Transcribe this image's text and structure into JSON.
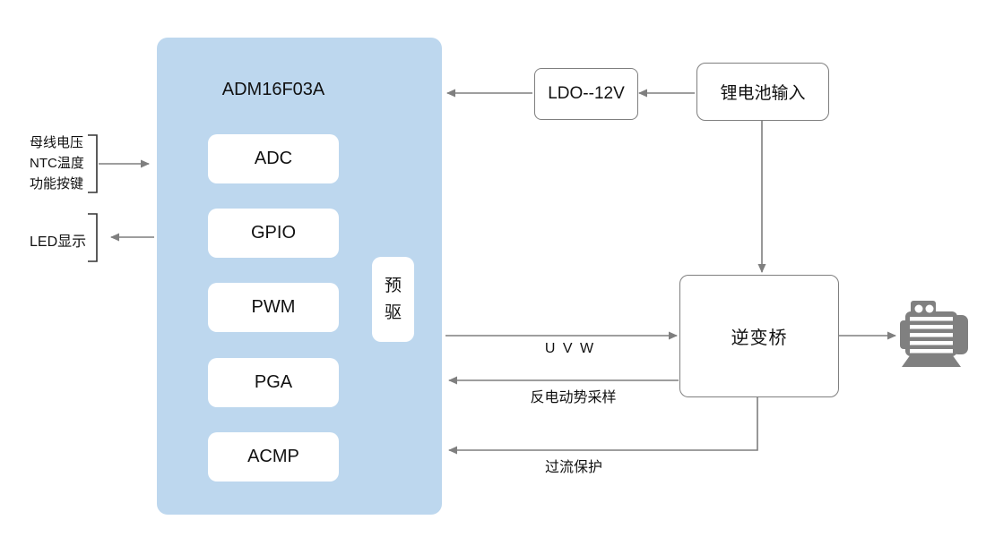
{
  "diagram": {
    "chip": {
      "title": "ADM16F03A",
      "modules": [
        "ADC",
        "GPIO",
        "PWM",
        "PGA",
        "ACMP"
      ],
      "predriver_label": "预驱"
    },
    "left_side": {
      "input_group_lines": [
        "母线电压",
        "NTC温度",
        "功能按键"
      ],
      "led_label": "LED显示"
    },
    "power_chain": {
      "ldo_label": "LDO--12V",
      "battery_label": "锂电池输入"
    },
    "inverter_label": "逆变桥",
    "wire_labels": {
      "uvw": "U V W",
      "back_emf": "反电动势采样",
      "overcurrent": "过流保护"
    },
    "icons": {
      "motor": "motor-icon"
    },
    "colors": {
      "chip_fill": "#BDD7EE",
      "module_fill": "#FFFFFF",
      "box_border": "#7F7F7F",
      "wire": "#7F7F7F",
      "bracket": "#333333",
      "motor_icon": "#808080",
      "text": "#111111"
    }
  }
}
